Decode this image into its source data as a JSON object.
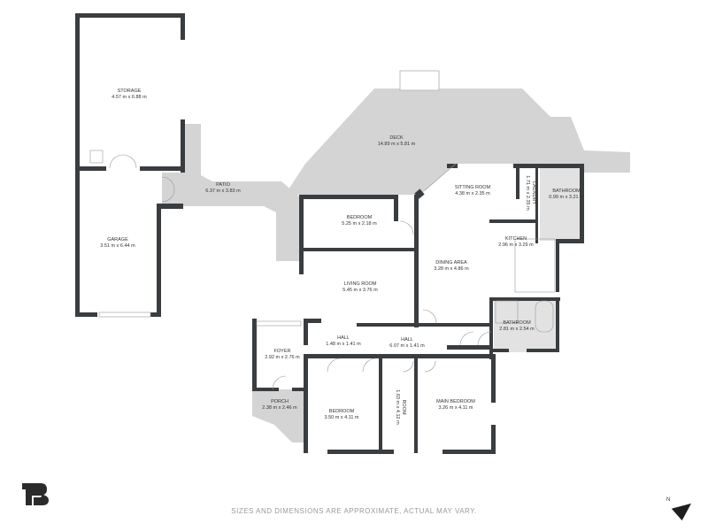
{
  "rooms": [
    {
      "name": "STORAGE",
      "size": "4.57 m x 6.88 m"
    },
    {
      "name": "GARAGE",
      "size": "3.51 m x 6.44 m"
    },
    {
      "name": "PATIO",
      "size": "6.37 m x 3.83 m"
    },
    {
      "name": "DECK",
      "size": "14.89 m x 5.81 m"
    },
    {
      "name": "SITTING ROOM",
      "size": "4.38 m x 2.35 m"
    },
    {
      "name": "LAUNDRY",
      "size": "1.71 m x 2.35 m"
    },
    {
      "name": "BATHROOM",
      "size": "0.99 m x 3.21 m"
    },
    {
      "name": "BEDROOM",
      "size": "5.25 m x 2.18 m"
    },
    {
      "name": "KITCHEN",
      "size": "2.96 m x 3.29 m"
    },
    {
      "name": "DINING AREA",
      "size": "3.28 m x 4.86 m"
    },
    {
      "name": "LIVING ROOM",
      "size": "5.45 m x 3.76 m"
    },
    {
      "name": "BATHROOM",
      "size": "2.81 m x 2.54 m"
    },
    {
      "name": "HALL",
      "size": "1.48 m x 1.41 m"
    },
    {
      "name": "HALL",
      "size": "6.07 m x 1.41 m"
    },
    {
      "name": "FOYER",
      "size": "2.92 m x 2.76 m"
    },
    {
      "name": "PORCH",
      "size": "2.38 m x 2.46 m"
    },
    {
      "name": "BEDROOM",
      "size": "3.50 m x 4.11 m"
    },
    {
      "name": "ROOM",
      "size": "1.63 m x 4.12 m"
    },
    {
      "name": "MAIN BEDROOM",
      "size": "3.26 m x 4.11 m"
    }
  ],
  "footer": "SIZES AND DIMENSIONS ARE APPROXIMATE, ACTUAL MAY VARY.",
  "compass": {
    "label": "N",
    "icon": "north-arrow-icon"
  },
  "logo": {
    "icon": "brand-logo-icon"
  },
  "colors": {
    "wall": "#3a3d40",
    "outdoor": "#d4d4d4",
    "floor": "#ffffff",
    "text": "#333333"
  }
}
